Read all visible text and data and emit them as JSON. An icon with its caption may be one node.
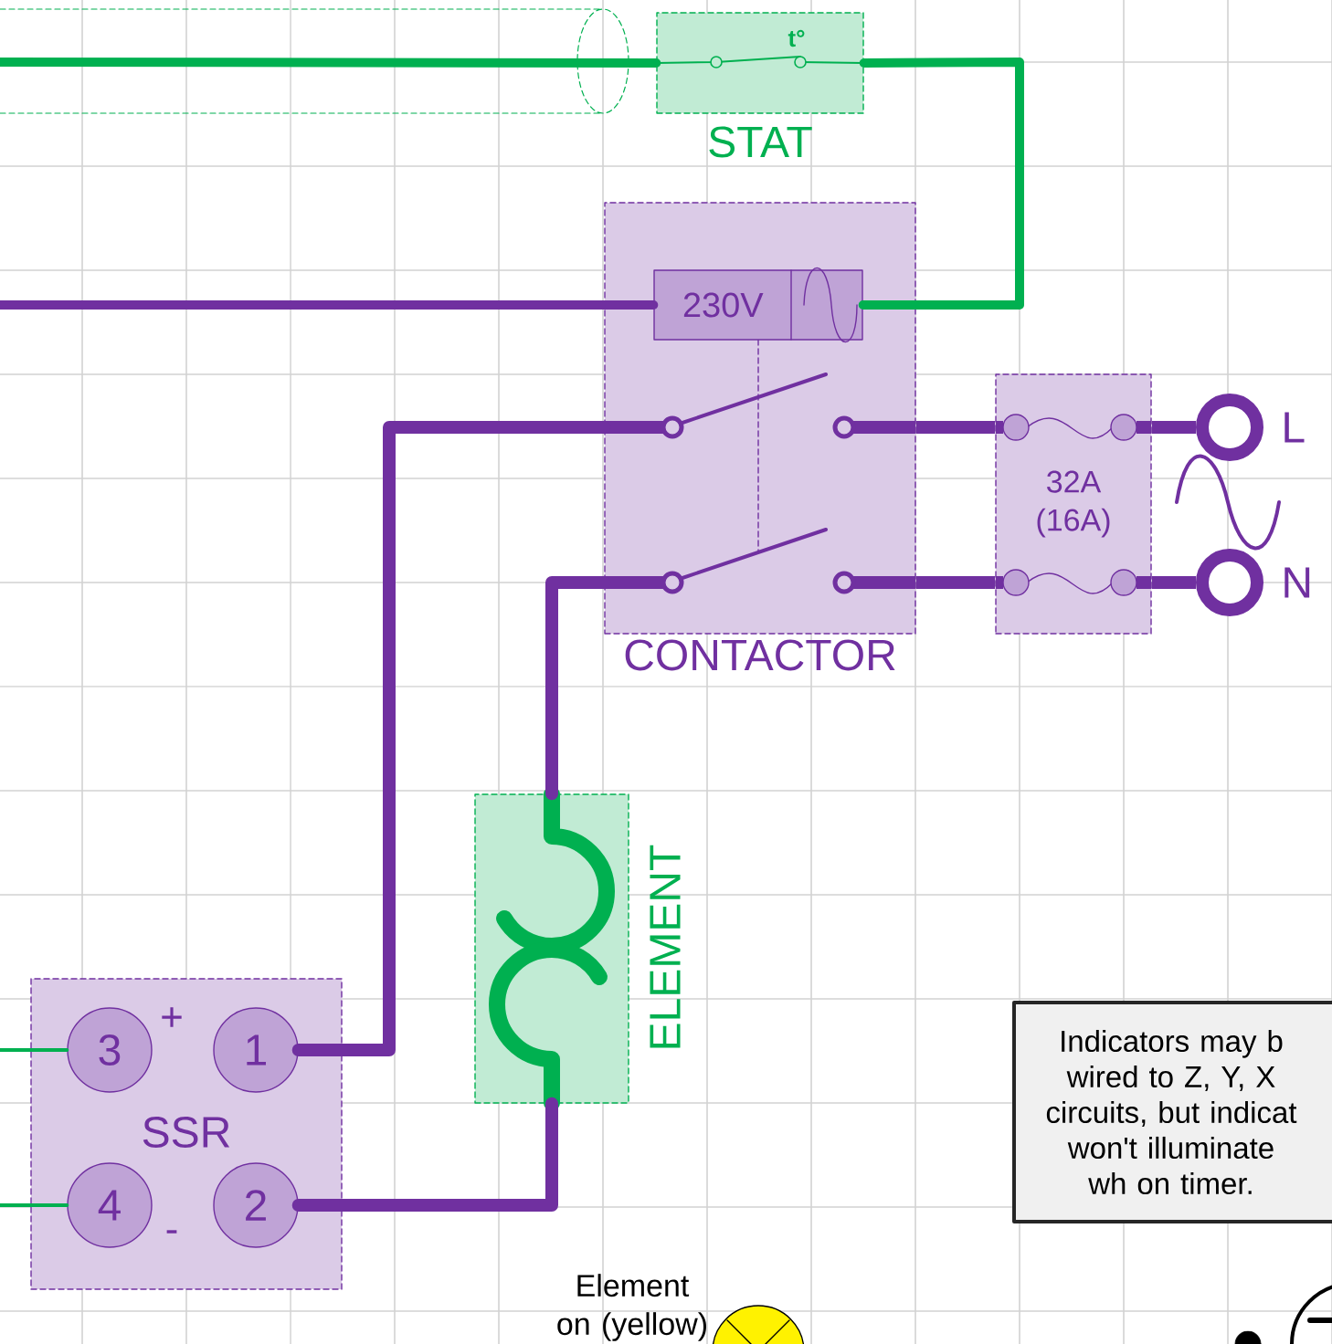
{
  "diagram": {
    "nodes": [
      {
        "text": [
          "t°",
          "STAT"
        ]
      },
      {
        "text": [
          "CONTACTOR"
        ]
      },
      {
        "text": [
          "230V"
        ],
        "in": 1
      },
      {
        "text": [
          "32A (16A)"
        ]
      },
      {
        "text": [
          "L"
        ]
      },
      {
        "text": [
          "N"
        ]
      },
      {
        "text": [
          "ELEMENT"
        ]
      },
      {
        "text": [
          "SSR"
        ]
      },
      {
        "text": [
          "3"
        ],
        "in": 7,
        "beside": [
          "+"
        ]
      },
      {
        "text": [
          "1"
        ],
        "in": 7
      },
      {
        "text": [
          "4"
        ],
        "in": 7,
        "beside": [
          "-"
        ]
      },
      {
        "text": [
          "2"
        ],
        "in": 7
      },
      {
        "text": [
          "Indicators may b wired to Z, Y, X circuits, but indicat won't illuminate wh on timer."
        ]
      },
      {
        "text": [],
        "shape": "circle",
        "beside": [
          "Element on (yellow)"
        ]
      }
    ],
    "edges": [
      {
        "from": null,
        "to": 0,
        "arrow": "none",
        "color": "#00b050"
      },
      {
        "from": 0,
        "to": 2,
        "arrow": "none",
        "color": "#00b050"
      },
      {
        "from": null,
        "to": 2,
        "arrow": "none"
      },
      {
        "from": 9,
        "to": 1,
        "arrow": "none"
      },
      {
        "from": 6,
        "to": 1,
        "arrow": "none"
      },
      {
        "from": 11,
        "to": 6,
        "arrow": "none"
      },
      {
        "from": 1,
        "to": 3,
        "arrow": "none"
      },
      {
        "from": 1,
        "to": 3,
        "arrow": "none"
      },
      {
        "from": 3,
        "to": 4,
        "arrow": "none"
      },
      {
        "from": 3,
        "to": 5,
        "arrow": "none"
      },
      {
        "from": null,
        "to": 8,
        "arrow": "none",
        "color": "#00b050"
      },
      {
        "from": null,
        "to": 10,
        "arrow": "none",
        "color": "#00b050"
      }
    ]
  }
}
